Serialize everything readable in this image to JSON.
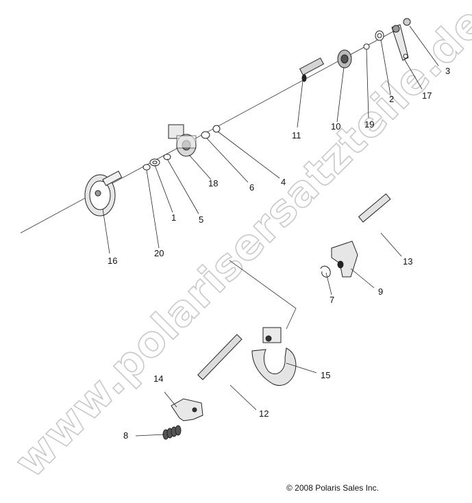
{
  "watermark": "www.polarisersatzteile.de",
  "copyright": "© 2008 Polaris Sales Inc.",
  "callouts": {
    "c1": "1",
    "c2": "2",
    "c3": "3",
    "c4": "4",
    "c5": "5",
    "c6": "6",
    "c7": "7",
    "c8": "8",
    "c9": "9",
    "c10": "10",
    "c11": "11",
    "c12": "12",
    "c13": "13",
    "c14": "14",
    "c15": "15",
    "c16": "16",
    "c17": "17",
    "c18": "18",
    "c19": "19",
    "c20": "20"
  }
}
